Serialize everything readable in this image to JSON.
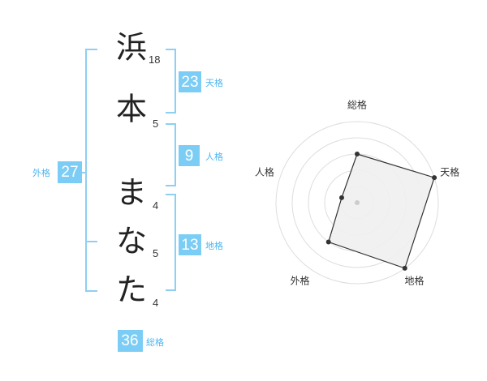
{
  "name_chars": [
    {
      "char": "浜",
      "strokes": "18"
    },
    {
      "char": "本",
      "strokes": "5"
    },
    {
      "char": "ま",
      "strokes": "4"
    },
    {
      "char": "な",
      "strokes": "5"
    },
    {
      "char": "た",
      "strokes": "4"
    }
  ],
  "fortunes": {
    "tenkaku": {
      "label": "天格",
      "value": "23"
    },
    "jinkaku": {
      "label": "人格",
      "value": "9"
    },
    "chikaku": {
      "label": "地格",
      "value": "13"
    },
    "gaikaku": {
      "label": "外格",
      "value": "27"
    },
    "soukaku": {
      "label": "総格",
      "value": "36"
    }
  },
  "colors": {
    "badge": "#7ccdf5",
    "bracket": "#8ecff2",
    "label": "#4db6f0"
  },
  "chart_data": {
    "type": "radar",
    "axes": [
      "総格",
      "天格",
      "地格",
      "外格",
      "人格"
    ],
    "values": [
      3,
      5,
      5,
      3,
      1
    ],
    "max": 5,
    "rings": 5
  }
}
